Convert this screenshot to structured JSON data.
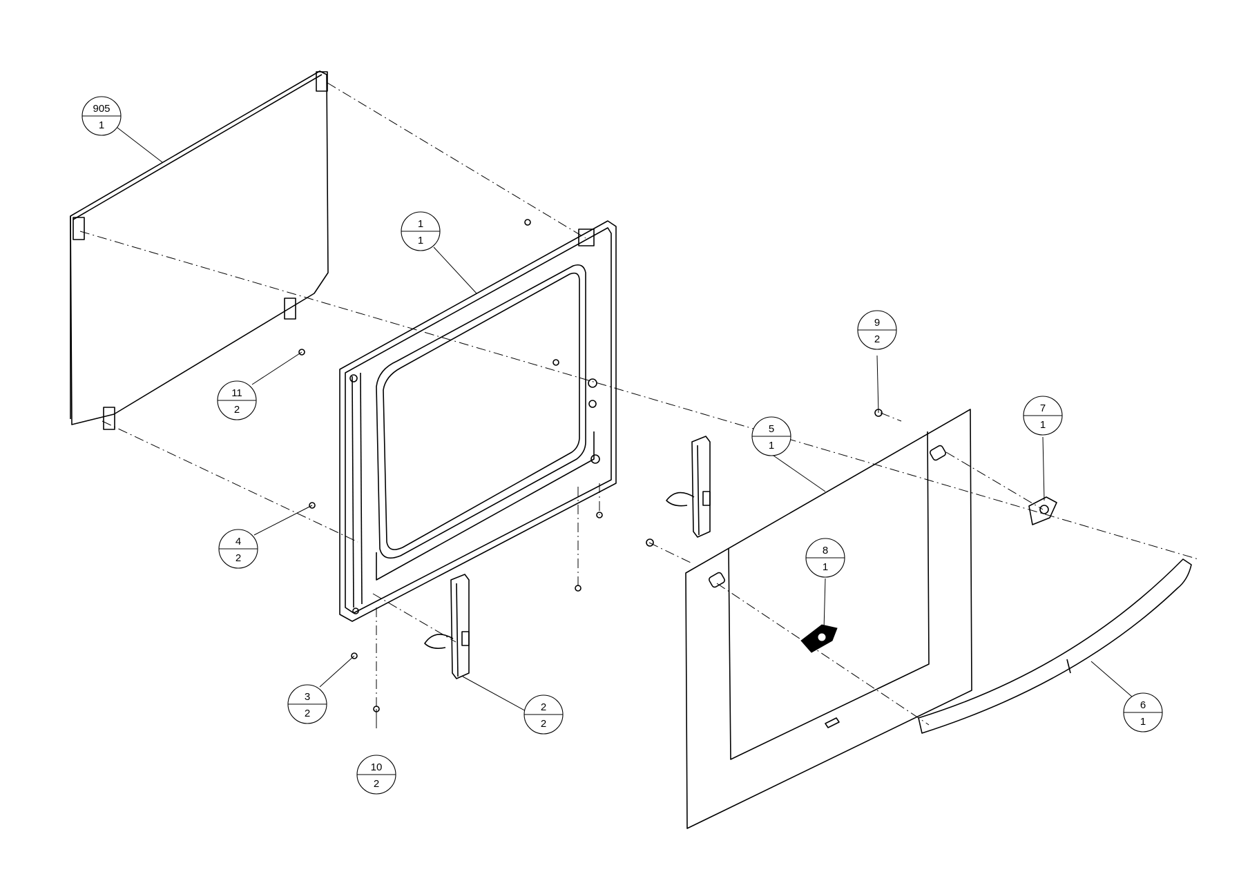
{
  "callouts": [
    {
      "id": "c905",
      "part": "905",
      "qty": "1"
    },
    {
      "id": "c1",
      "part": "1",
      "qty": "1"
    },
    {
      "id": "c11",
      "part": "11",
      "qty": "2"
    },
    {
      "id": "c4",
      "part": "4",
      "qty": "2"
    },
    {
      "id": "c3",
      "part": "3",
      "qty": "2"
    },
    {
      "id": "c10",
      "part": "10",
      "qty": "2"
    },
    {
      "id": "c2",
      "part": "2",
      "qty": "2"
    },
    {
      "id": "c9",
      "part": "9",
      "qty": "2"
    },
    {
      "id": "c5",
      "part": "5",
      "qty": "1"
    },
    {
      "id": "c7",
      "part": "7",
      "qty": "1"
    },
    {
      "id": "c8",
      "part": "8",
      "qty": "1"
    },
    {
      "id": "c6",
      "part": "6",
      "qty": "1"
    }
  ]
}
